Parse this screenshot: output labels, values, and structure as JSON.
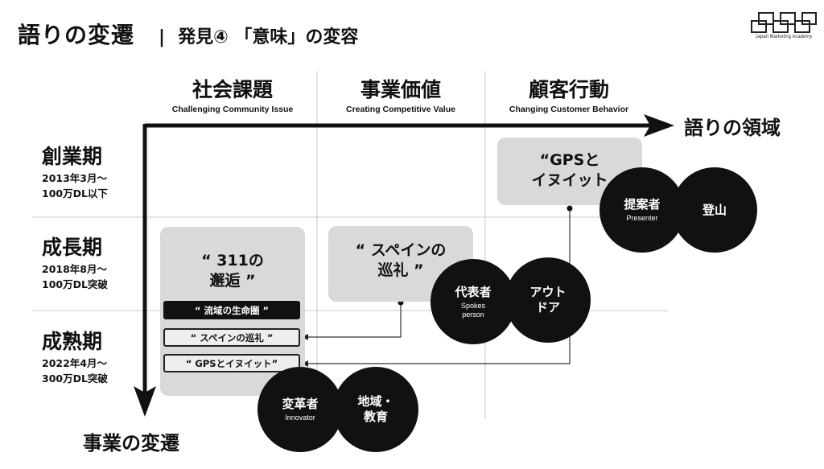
{
  "header": {
    "title": "語りの変遷",
    "separator": "|",
    "subtitle": "発見④ 「意味」の変容"
  },
  "logo": {
    "text": "Japan Marketing Academy"
  },
  "columns": [
    {
      "title": "社会課題",
      "subtitle": "Challenging Community Issue"
    },
    {
      "title": "事業価値",
      "subtitle": "Creating Competitive Value"
    },
    {
      "title": "顧客行動",
      "subtitle": "Changing Customer Behavior"
    }
  ],
  "rows": [
    {
      "title": "創業期",
      "line1": "2013年3月～",
      "line2": "100万DL以下"
    },
    {
      "title": "成長期",
      "line1": "2018年8月～",
      "line2": "100万DL突破"
    },
    {
      "title": "成熟期",
      "line1": "2022年4月～",
      "line2": "300万DL突破"
    }
  ],
  "axes": {
    "horizontal_label": "語りの領域",
    "vertical_label": "事業の変遷"
  },
  "boxes": {
    "encounter": {
      "line1": "“ 311の",
      "line2": "邂逅 ”"
    },
    "spain": {
      "line1": "“ スペインの",
      "line2": "巡礼 ”"
    },
    "gps": {
      "line1": "“GPSと",
      "line2": "イヌイット"
    }
  },
  "pills": [
    {
      "label": "“ 流域の生命圏 ”"
    },
    {
      "label": "“ スペインの巡礼 ”"
    },
    {
      "label": "“ GPSとイヌイット”"
    }
  ],
  "circles": {
    "proposer": {
      "main": "提案者",
      "en": "Presenter"
    },
    "climbing": {
      "main": "登山",
      "en": ""
    },
    "spokesperson": {
      "main": "代表者",
      "en": "Spokes person"
    },
    "outdoor": {
      "main": "アウト ドア",
      "en": ""
    },
    "innovator": {
      "main": "変革者",
      "en": "Innovator"
    },
    "region": {
      "main": "地域・ 教育",
      "en": ""
    }
  },
  "colors": {
    "box_gray": "#d9d9d9",
    "circle_fill": "#111111",
    "grid_line": "#c8c8c8"
  }
}
